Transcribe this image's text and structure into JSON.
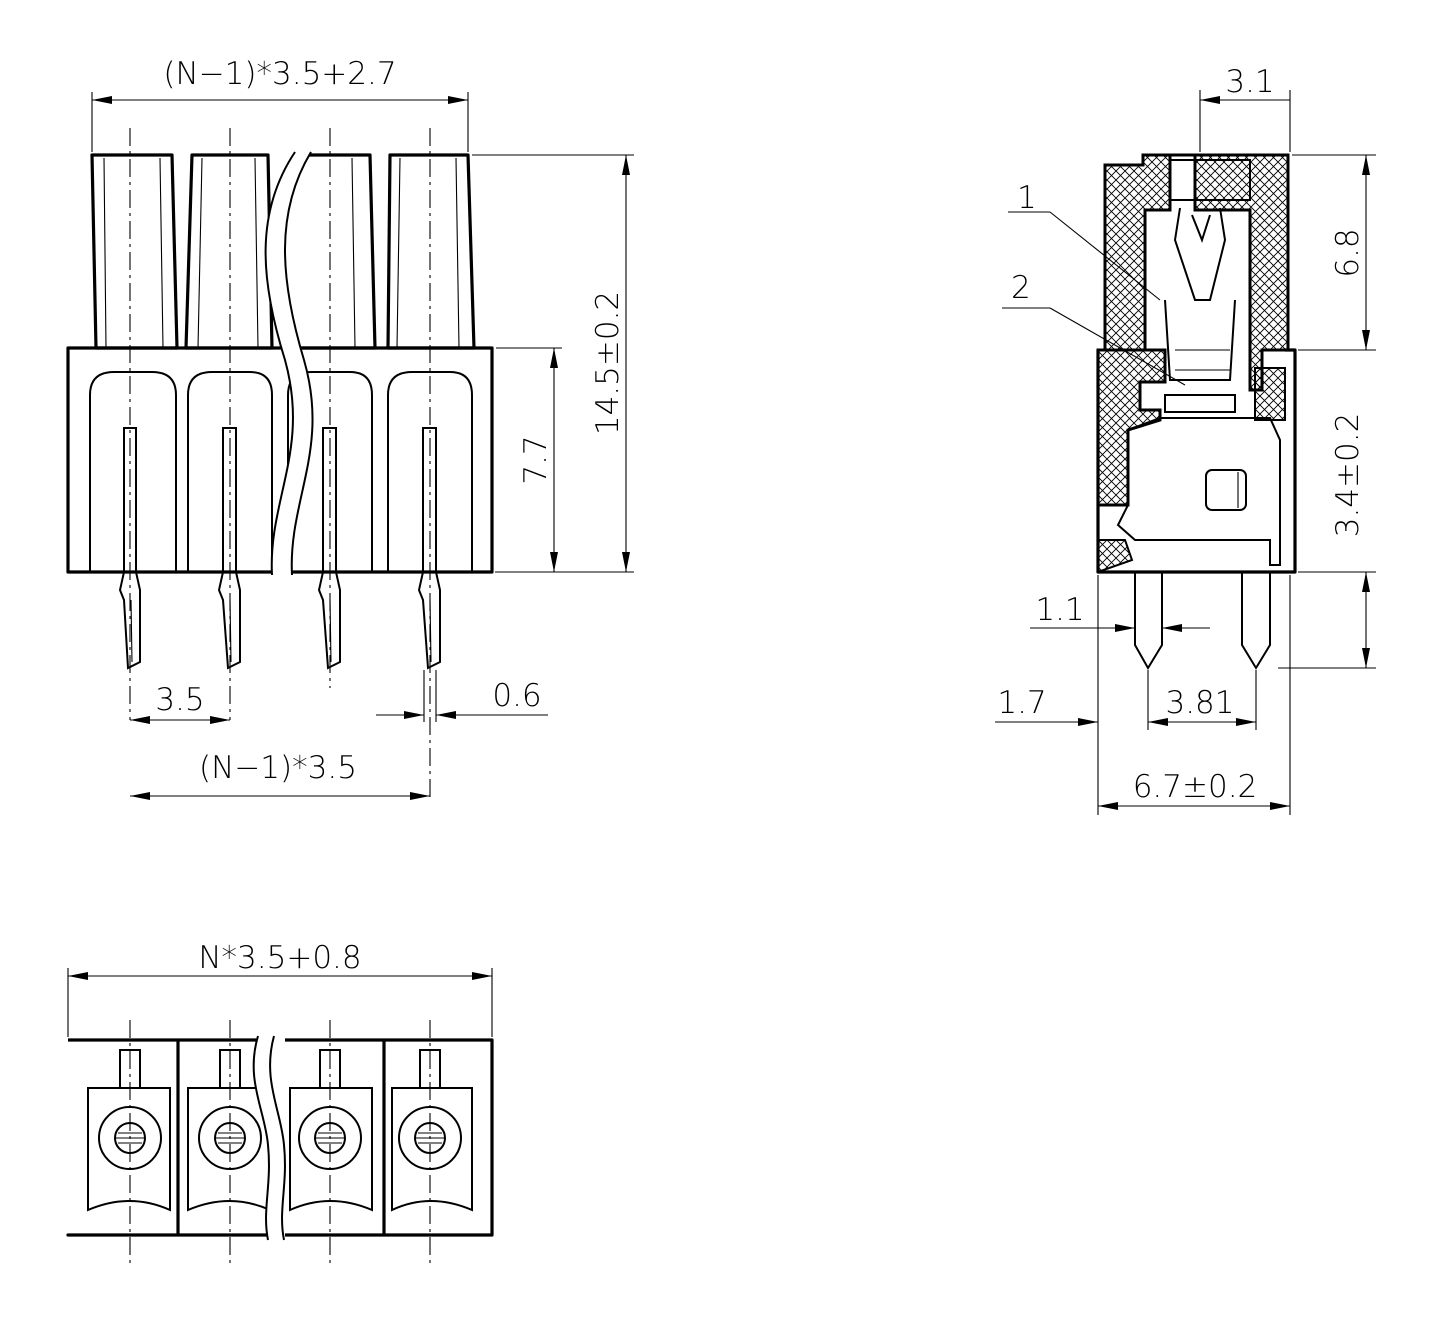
{
  "front_view": {
    "dims": {
      "overall_width": "(N−1)*3.5+2.7",
      "height_total": "14.5±0.2",
      "height_body": "7.7",
      "pitch": "3.5",
      "pin_width": "0.6",
      "pin_span": "(N−1)*3.5"
    }
  },
  "side_view": {
    "dims": {
      "top_offset": "3.1",
      "upper_height": "6.8",
      "pin_length": "3.4±0.2",
      "pin_thickness": "1.1",
      "pin_offset": "1.7",
      "pin_spacing": "3.81",
      "depth": "6.7±0.2"
    },
    "callouts": [
      "1",
      "2"
    ]
  },
  "bottom_view": {
    "dims": {
      "overall_width": "N*3.5+0.8"
    }
  }
}
